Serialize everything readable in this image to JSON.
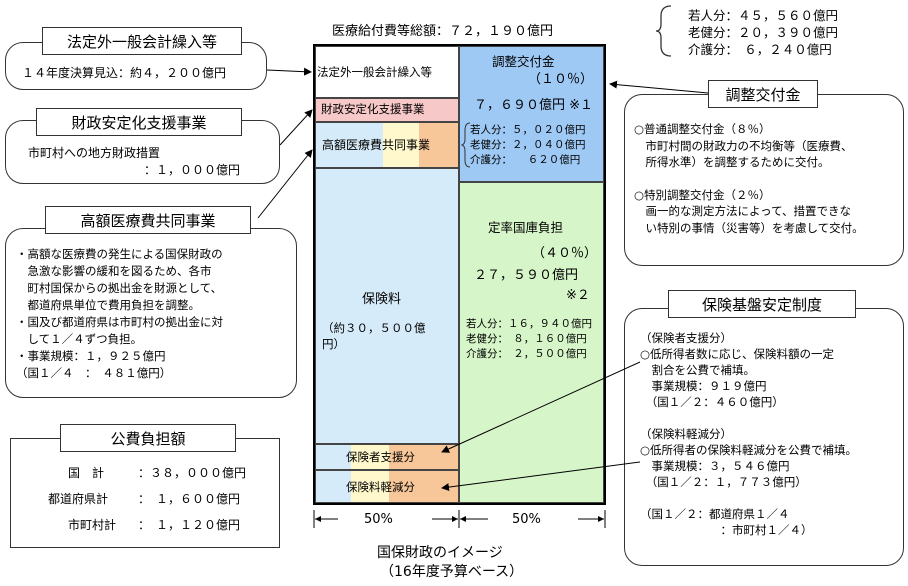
{
  "top_total": "医療給付費等総額：７２，１９０億円",
  "top_breakdown": [
    "若人分：４５，５６０億円",
    "老健分：２０，３９０億円",
    "介護分：　６，２４０億円"
  ],
  "left_top": {
    "title": "法定外一般会計繰入等",
    "value": "１４年度決算見込：約４，２００億円"
  },
  "left_fiscal": {
    "title": "財政安定化支援事業",
    "line1": "市町村への地方財政措置",
    "line2": "：１，０００億円"
  },
  "left_kougaku": {
    "title": "高額医療費共同事業",
    "lines": [
      "・高額な医療費の発生による国保財政の",
      "　急激な影響の緩和を図るため、各市",
      "　町村国保からの拠出金を財源として、",
      "　都道府県単位で費用負担を調整。",
      "・国及び都道府県は市町村の拠出金に対",
      "　して１／４ずつ負担。",
      "・事業規模：１，９２５億円",
      "（国１／４　：　４８１億円）"
    ]
  },
  "left_public": {
    "title": "公費負担額",
    "rows": [
      {
        "label": "国　計",
        "value": "：３８，０００億円"
      },
      {
        "label": "都道府県計",
        "value": "：　１，６００億円"
      },
      {
        "label": "市町村計",
        "value": "：　１，１２０億円"
      }
    ]
  },
  "center": {
    "kurire": "法定外一般会計繰入等",
    "zaisei": "財政安定化支援事業",
    "kougaku": "高額医療費共同事業",
    "hokenryo": "保険料",
    "hokenryo_amount": "（約３０，５００億円）",
    "hokensha_shien": "保険者支援分",
    "keigen": "保険料軽減分",
    "chosei_title": "調整交付金",
    "chosei_pct": "（１０％）",
    "chosei_amount": "７，６９０億円 ※１",
    "chosei_breakdown": [
      "若人分：５，０２０億円",
      "老健分：２，０４０億円",
      "介護分：　　６２０億円"
    ],
    "teiritsu_title": "定率国庫負担",
    "teiritsu_pct": "（４０％）",
    "teiritsu_amount": "２７，５９０億円",
    "teiritsu_note": "※２",
    "teiritsu_breakdown": [
      "若人分：１６，９４０億円",
      "老健分：　８，１６０億円",
      "介護分：　２，５００億円"
    ],
    "left_pct": "50%",
    "right_pct": "50%",
    "caption1": "国保財政のイメージ",
    "caption2": "（16年度予算ベース）"
  },
  "right_chosei": {
    "title": "調整交付金",
    "lines": [
      "○普通調整交付金（８％）",
      "　市町村間の財政力の不均衡等（医療費、",
      "　所得水準）を調整するために交付。",
      "",
      "○特別調整交付金（２％）",
      "　画一的な測定方法によって、措置できな",
      "　い特別の事情（災害等）を考慮して交付。"
    ]
  },
  "right_kiban": {
    "title": "保険基盤安定制度",
    "lines": [
      "（保険者支援分）",
      "○低所得者数に応じ、保険料額の一定",
      "　割合を公費で補填。",
      "　事業規模：９１９億円",
      "　（国１／２：４６０億円）",
      "",
      "（保険料軽減分）",
      "○低所得者の保険料軽減分を公費で補填。",
      "　事業規模：３，５４６億円",
      "　（国１／２：１，７７３億円）",
      "",
      "（国１／２：都道府県１／４",
      "　　　　　　　：市町村１／４）"
    ]
  },
  "colors": {
    "blue": "#9ec9f5",
    "light_blue": "#d6ebf9",
    "green": "#d6f5c8",
    "pink": "#f7c8c8",
    "yellow": "#fff8cc",
    "orange": "#f7c79a"
  }
}
